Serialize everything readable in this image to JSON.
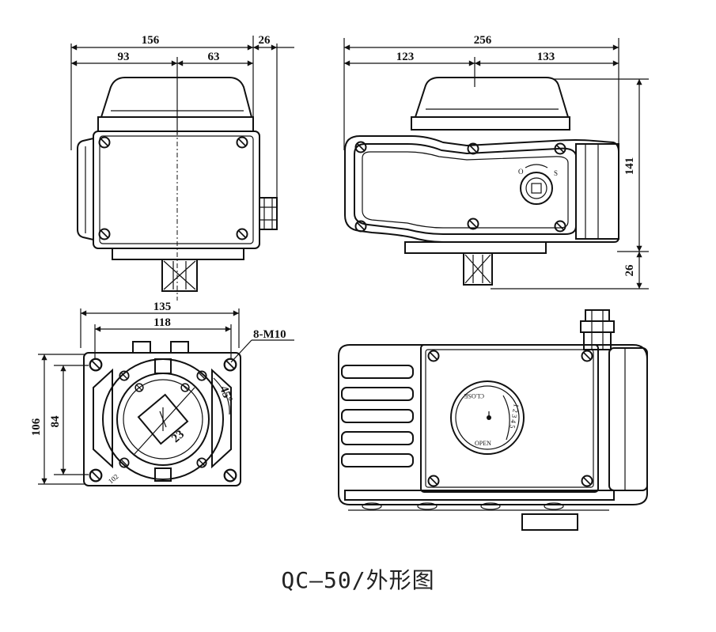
{
  "caption": "QC—50/外形图",
  "front_view": {
    "dim_total": "156",
    "dim_left": "93",
    "dim_right": "63",
    "dim_side": "26"
  },
  "side_view": {
    "dim_total": "256",
    "dim_left": "123",
    "dim_right": "133",
    "dim_height": "141",
    "dim_base": "26",
    "dial_o": "O",
    "dial_s": "S"
  },
  "bottom_view": {
    "dim_outer": "135",
    "dim_inner": "118",
    "bolt_label": "8-M10",
    "dim_height_outer": "106",
    "dim_height_inner": "84",
    "angle_label": "45°",
    "dim_square": "23",
    "dim_circle": "102"
  },
  "rear_view": {
    "close_label": "CLOSE",
    "open_label": "OPEN",
    "scale_label": "1 2 3 4 5"
  }
}
